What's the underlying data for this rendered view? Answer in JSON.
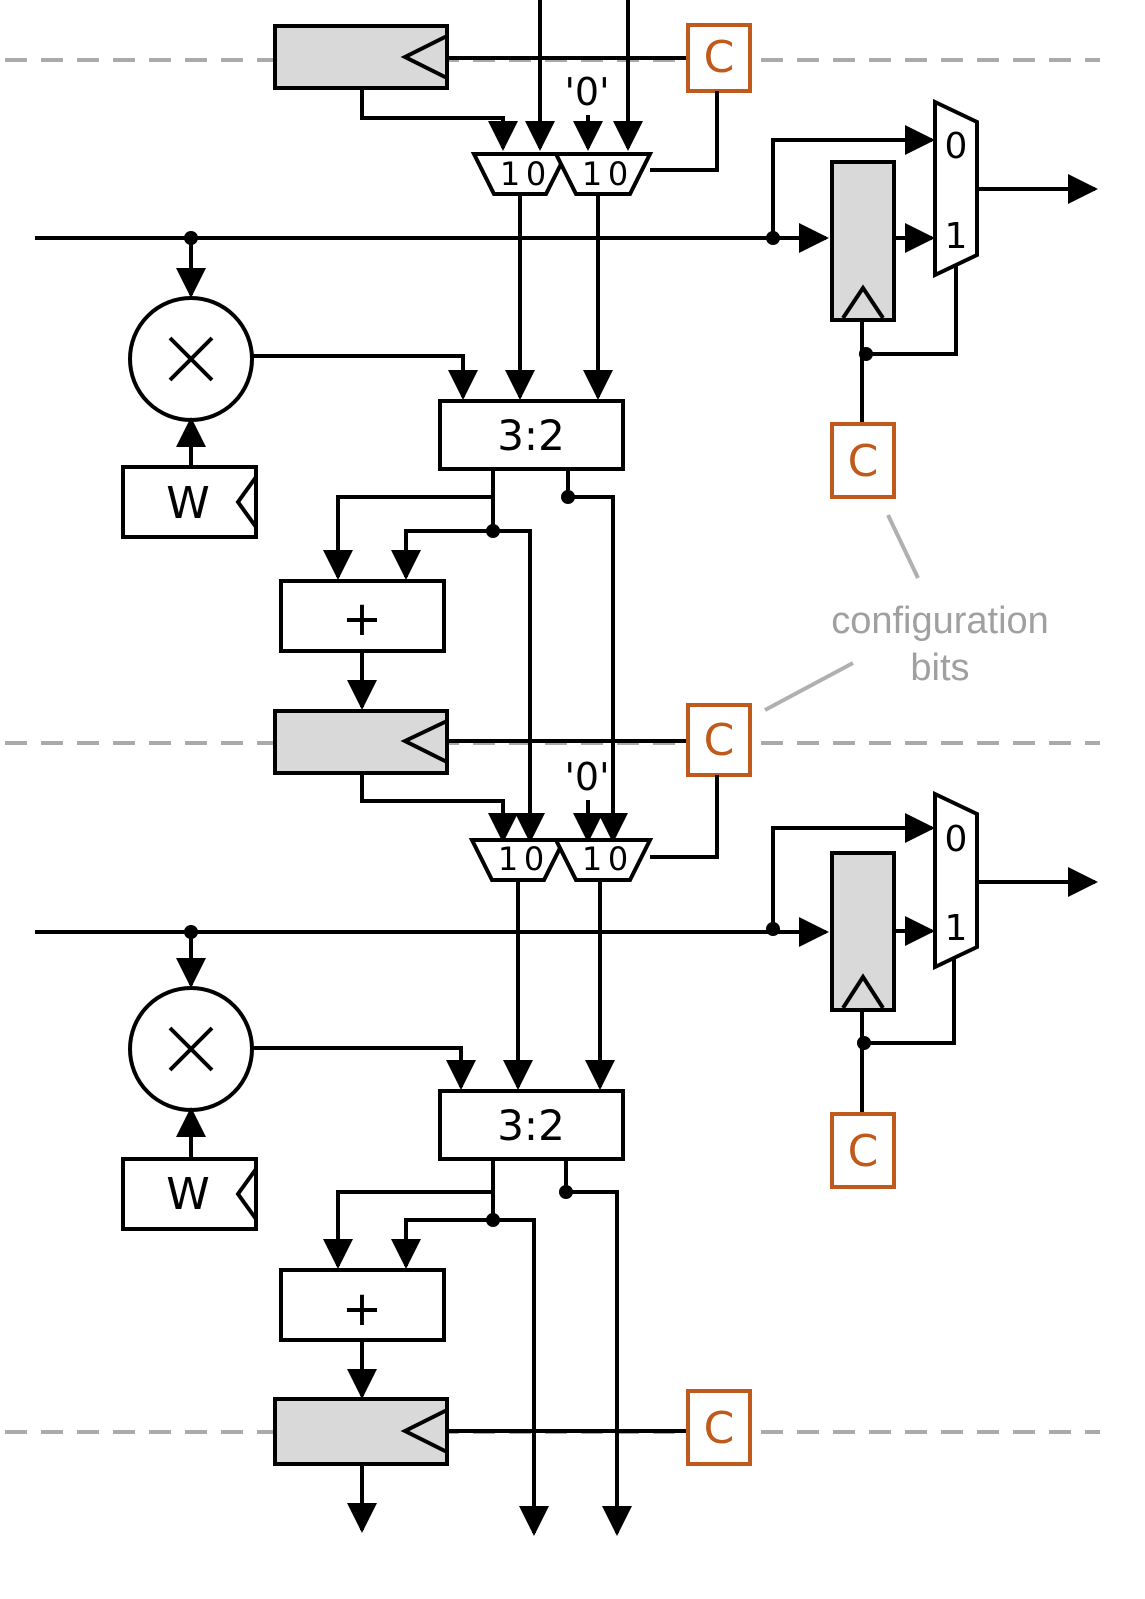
{
  "config_label": "C",
  "weight_label": "W",
  "compressor_label": "3:2",
  "adder_label": "+",
  "multiplier_symbol": "×",
  "zero_constant": "'0'",
  "mux_input_left": "1",
  "mux_input_right": "0",
  "out_mux_top": "0",
  "out_mux_bottom": "1",
  "note": {
    "line1": "configuration",
    "line2": "bits"
  },
  "colors": {
    "config": "#c05a1c",
    "register_fill": "#d9d9d9",
    "stage_divider": "#aaaaaa",
    "annotation": "#a0a0a0"
  }
}
